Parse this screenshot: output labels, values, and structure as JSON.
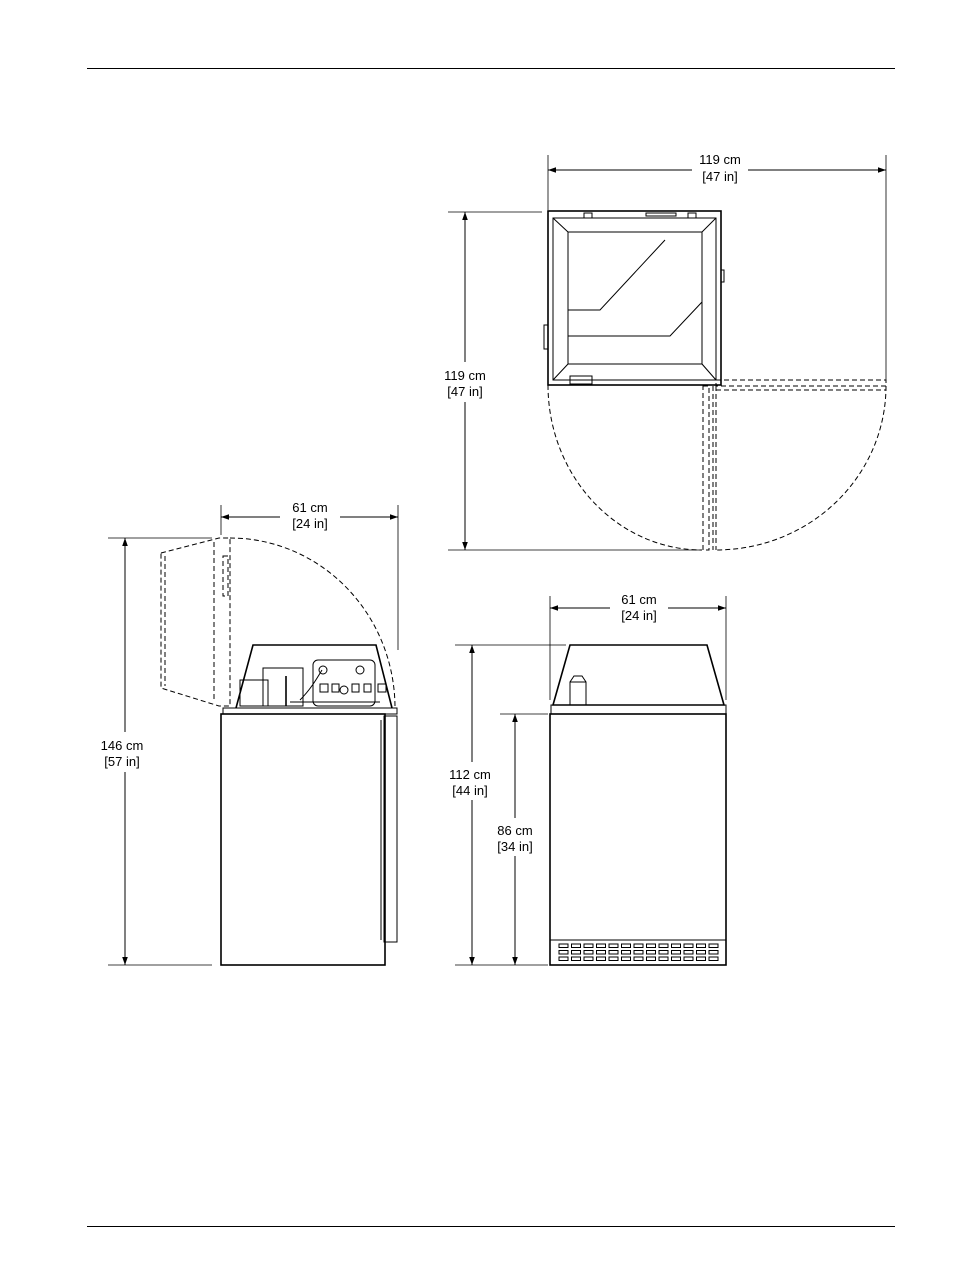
{
  "dimensions": {
    "top_width": {
      "metric": "119 cm",
      "imperial": "[47 in]"
    },
    "top_depth": {
      "metric": "119 cm",
      "imperial": "[47 in]"
    },
    "side_width": {
      "metric": "61 cm",
      "imperial": "[24 in]"
    },
    "side_height": {
      "metric": "146 cm",
      "imperial": "[57 in]"
    },
    "front_width": {
      "metric": "61 cm",
      "imperial": "[24 in]"
    },
    "front_height": {
      "metric": "112 cm",
      "imperial": "[44 in]"
    },
    "front_body_height": {
      "metric": "86 cm",
      "imperial": "[34 in]"
    }
  }
}
